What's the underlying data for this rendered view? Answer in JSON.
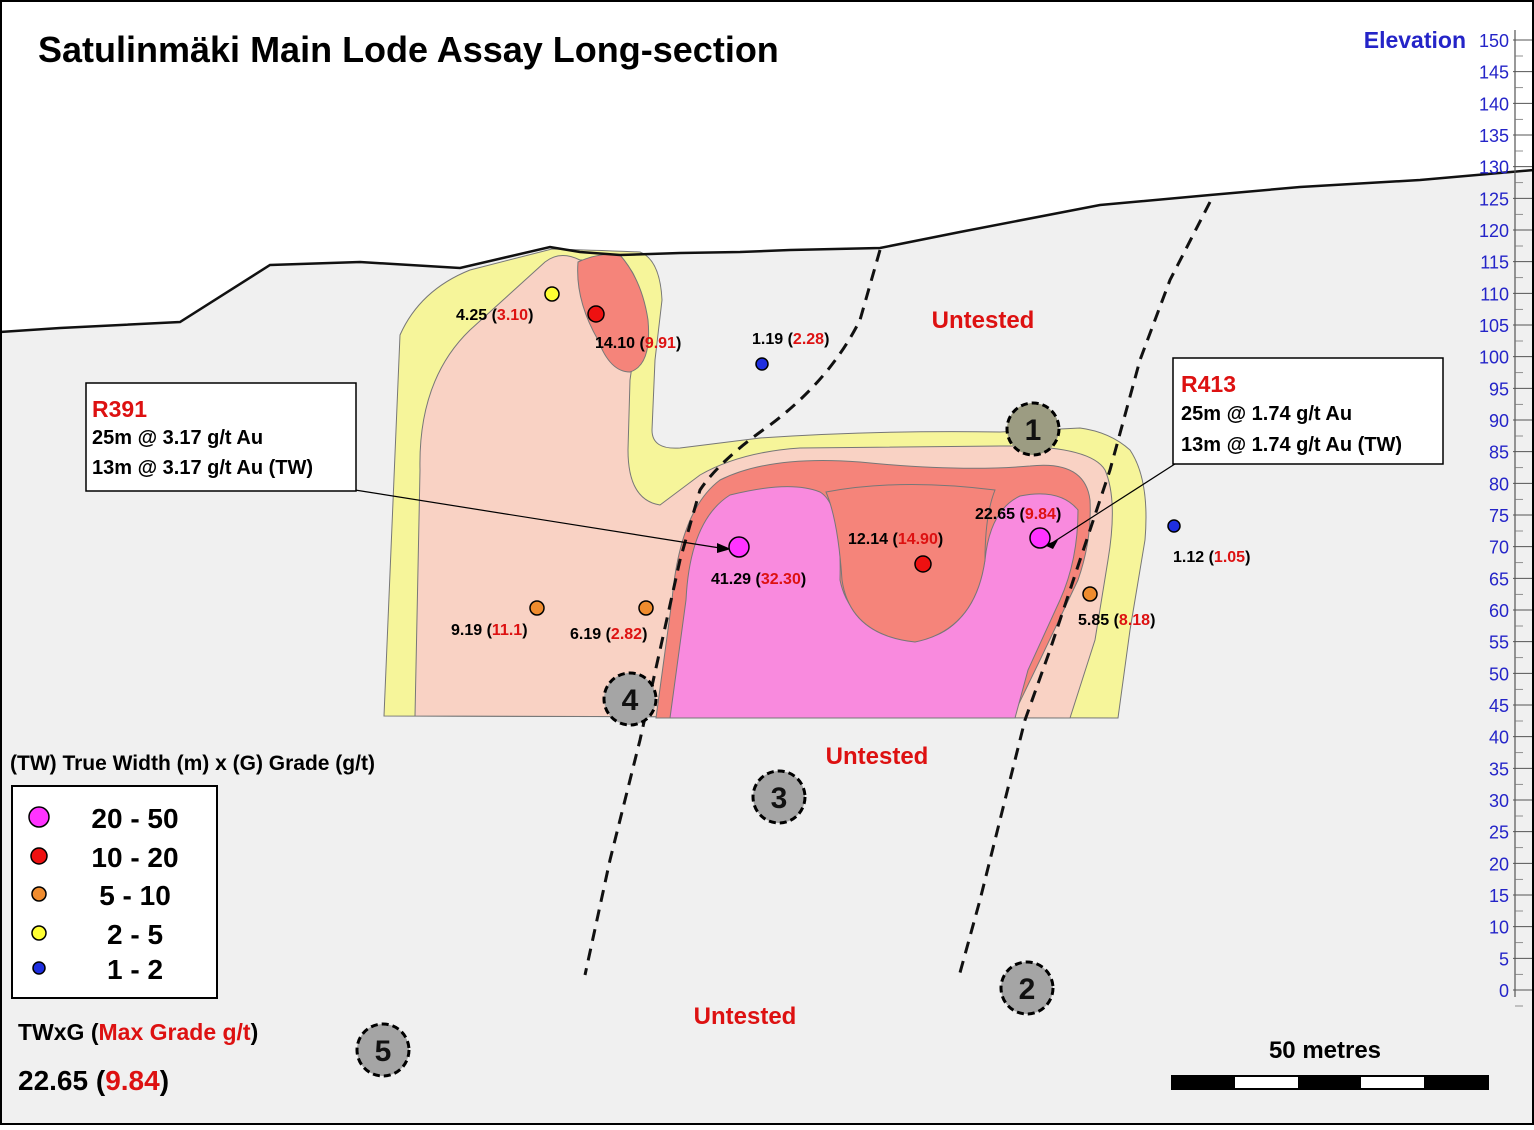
{
  "title": "Satulinmäki Main Lode Assay Long-section",
  "elevation_axis": {
    "label": "Elevation",
    "ticks": [
      "150",
      "145",
      "140",
      "135",
      "130",
      "125",
      "120",
      "115",
      "110",
      "105",
      "100",
      "95",
      "90",
      "85",
      "80",
      "75",
      "70",
      "65",
      "60",
      "55",
      "50",
      "45",
      "40",
      "35",
      "30",
      "25",
      "20",
      "15",
      "10",
      "5",
      "0"
    ]
  },
  "untested_labels": [
    "Untested",
    "Untested",
    "Untested"
  ],
  "samples": [
    {
      "twxg": "4.25",
      "grade": "3.10",
      "class": "2 - 5"
    },
    {
      "twxg": "14.10",
      "grade": "9.91",
      "class": "10 - 20"
    },
    {
      "twxg": "1.19",
      "grade": "2.28",
      "class": "1 - 2"
    },
    {
      "twxg": "41.29",
      "grade": "32.30",
      "class": "20 - 50"
    },
    {
      "twxg": "12.14",
      "grade": "14.90",
      "class": "10 - 20"
    },
    {
      "twxg": "22.65",
      "grade": "9.84",
      "class": "20 - 50"
    },
    {
      "twxg": "1.12",
      "grade": "1.05",
      "class": "1 - 2"
    },
    {
      "twxg": "9.19",
      "grade": "11.1",
      "class": "5 - 10"
    },
    {
      "twxg": "6.19",
      "grade": "2.82",
      "class": "5 - 10"
    },
    {
      "twxg": "5.85",
      "grade": "8.18",
      "class": "5 - 10"
    }
  ],
  "callouts": [
    {
      "hole": "R391",
      "line1": "25m @ 3.17 g/t Au",
      "line2": "13m @ 3.17 g/t Au (TW)"
    },
    {
      "hole": "R413",
      "line1": "25m @ 1.74 g/t Au",
      "line2": "13m @ 1.74 g/t Au (TW)"
    }
  ],
  "targets": [
    "1",
    "2",
    "3",
    "4",
    "5"
  ],
  "legend": {
    "title": "(TW) True Width (m) x (G) Grade (g/t)",
    "items": [
      {
        "label": "20 - 50",
        "color": "#ff33ff"
      },
      {
        "label": "10 - 20",
        "color": "#ee1111"
      },
      {
        "label": "5 - 10",
        "color": "#f08c2e"
      },
      {
        "label": "2 - 5",
        "color": "#ffff33"
      },
      {
        "label": "1 - 2",
        "color": "#1f2fe0"
      }
    ]
  },
  "key": {
    "label_left": "TWxG (",
    "label_red": "Max Grade g/t",
    "label_right": ")",
    "example_value": "22.65",
    "example_grade": "9.84"
  },
  "scale_bar": {
    "label": "50 metres"
  },
  "colors": {
    "contour_2_5": "#f6f59a",
    "contour_1_2": "#f9d2c4",
    "contour_5_10": "#f5847a",
    "contour_20_50": "#f98ade",
    "background_rock": "#f0f0f0",
    "untested_text": "#dd1111",
    "axis_blue": "#2424c8"
  }
}
